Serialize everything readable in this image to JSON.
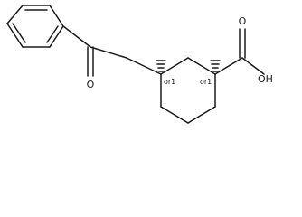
{
  "structure": {
    "atoms": {
      "carbonyl_oxygen": "O",
      "acid_oxygen_double": "O",
      "hydroxyl": "OH"
    },
    "stereo_descriptors": {
      "left_ring_carbon": "or1",
      "right_ring_carbon": "or1"
    }
  }
}
